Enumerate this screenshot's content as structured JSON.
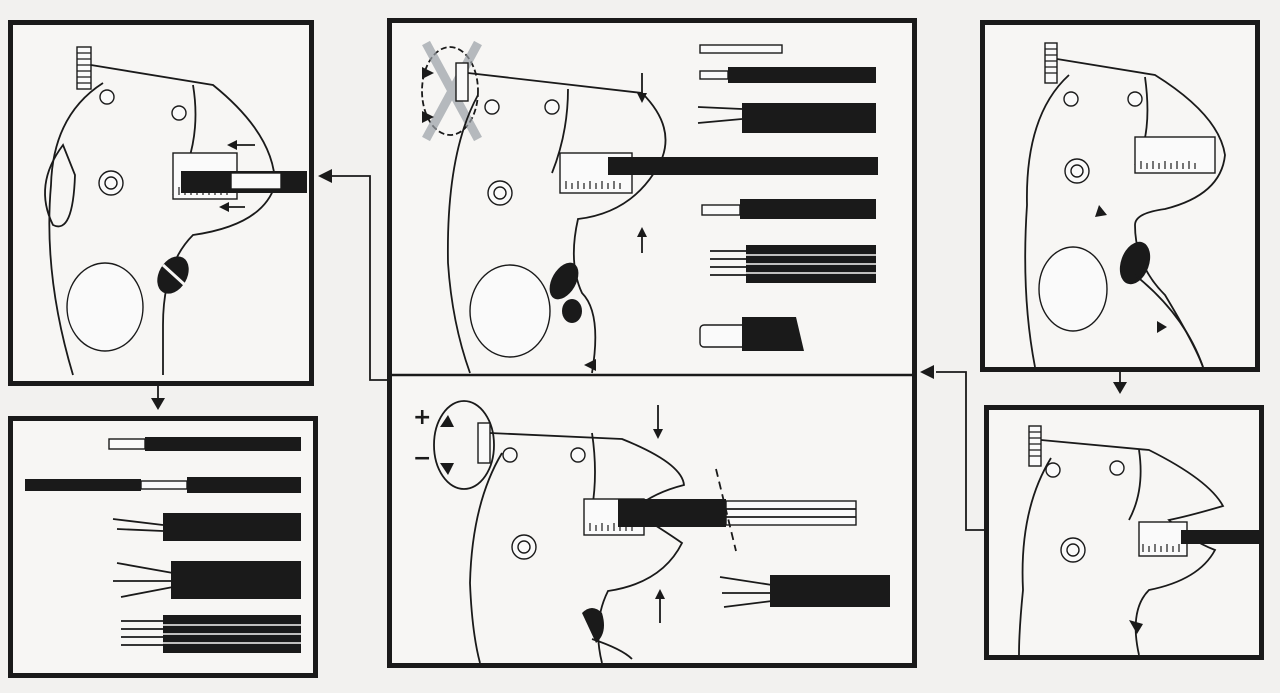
{
  "diagram": {
    "panels": [
      {
        "id": "left-top",
        "content": "stripper-jaw-cable-inserted"
      },
      {
        "id": "left-bottom",
        "content": "stripped-cable-results"
      },
      {
        "id": "center-top",
        "content": "stripper-adjust-and-cable-types"
      },
      {
        "id": "center-bottom",
        "content": "stripper-depth-adjust"
      },
      {
        "id": "right-top",
        "content": "stripper-squeeze-handle"
      },
      {
        "id": "right-bottom",
        "content": "stripper-insert-cable"
      }
    ],
    "adjust_signs": {
      "plus": "+",
      "minus": "−"
    },
    "icons": [
      "cross-icon",
      "rotate-arrow-icon",
      "arrow-down-icon",
      "arrow-up-icon",
      "arrow-left-icon"
    ]
  }
}
